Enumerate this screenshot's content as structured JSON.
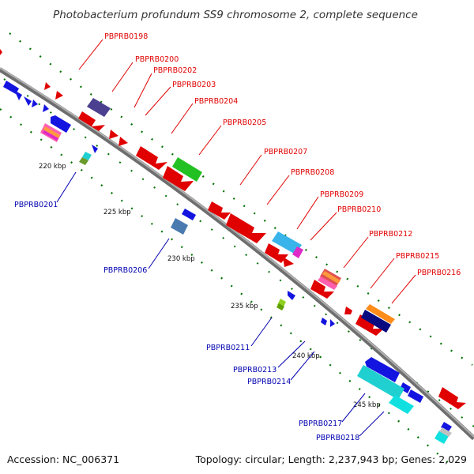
{
  "title": "Photobacterium profundum SS9 chromosome 2, complete sequence",
  "footer": {
    "accession": "Accession: NC_006371",
    "topology": "Topology: circular; Length: 2,237,943 bp; Genes: 2,029"
  },
  "colors": {
    "backbone": "#909090",
    "forward_label": "#e00000",
    "reverse_label": "#0000b0",
    "tick": "#007000"
  },
  "kbp_ticks": [
    "220 kbp",
    "225 kbp",
    "230 kbp",
    "235 kbp",
    "240 kbp",
    "245 kbp"
  ],
  "forward_labels": [
    "PBPRB0198",
    "PBPRB0200",
    "PBPRB0202",
    "PBPRB0203",
    "PBPRB0204",
    "PBPRB0205",
    "PBPRB0207",
    "PBPRB0208",
    "PBPRB0209",
    "PBPRB0210",
    "PBPRB0212",
    "PBPRB0215",
    "PBPRB0216"
  ],
  "reverse_labels": [
    "PBPRB0201",
    "PBPRB0206",
    "PBPRB0211",
    "PBPRB0213",
    "PBPRB0214",
    "PBPRB0217",
    "PBPRB0218"
  ]
}
